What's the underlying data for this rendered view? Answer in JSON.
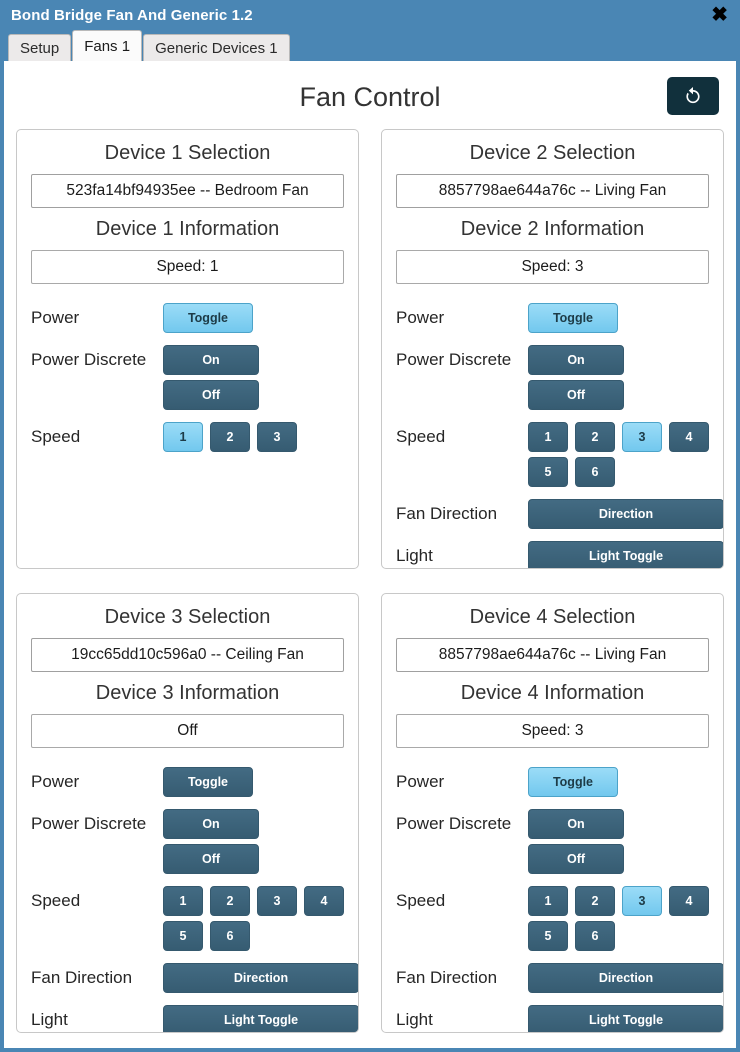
{
  "window": {
    "title": "Bond Bridge Fan And Generic 1.2",
    "close_icon": "close-icon"
  },
  "tabs": [
    {
      "label": "Setup",
      "active": false
    },
    {
      "label": "Fans 1",
      "active": true
    },
    {
      "label": "Generic Devices 1",
      "active": false
    }
  ],
  "page": {
    "title": "Fan Control",
    "refresh_icon": "refresh-icon"
  },
  "labels": {
    "power": "Power",
    "power_discrete": "Power Discrete",
    "speed": "Speed",
    "fan_direction": "Fan Direction",
    "light": "Light",
    "toggle": "Toggle",
    "on": "On",
    "off": "Off",
    "direction": "Direction",
    "light_toggle": "Light Toggle"
  },
  "colors": {
    "titlebar": "#4a86b4",
    "button_inactive": "#3a6178",
    "button_active": "#7fcff2",
    "refresh_button": "#11303c",
    "panel_border": "#c8c8c8"
  },
  "devices": [
    {
      "selection_heading": "Device 1 Selection",
      "selection_value": "523fa14bf94935ee -- Bedroom Fan",
      "info_heading": "Device 1 Information",
      "info_value": "Speed: 1",
      "power_toggle_active": true,
      "speeds": [
        "1",
        "2",
        "3"
      ],
      "active_speed": "1",
      "has_fan_direction": false,
      "has_light": false
    },
    {
      "selection_heading": "Device 2 Selection",
      "selection_value": "8857798ae644a76c -- Living Fan",
      "info_heading": "Device 2 Information",
      "info_value": "Speed: 3",
      "power_toggle_active": true,
      "speeds": [
        "1",
        "2",
        "3",
        "4",
        "5",
        "6"
      ],
      "active_speed": "3",
      "has_fan_direction": true,
      "has_light": true
    },
    {
      "selection_heading": "Device 3 Selection",
      "selection_value": "19cc65dd10c596a0 -- Ceiling Fan",
      "info_heading": "Device 3 Information",
      "info_value": "Off",
      "power_toggle_active": false,
      "speeds": [
        "1",
        "2",
        "3",
        "4",
        "5",
        "6"
      ],
      "active_speed": null,
      "has_fan_direction": true,
      "has_light": true
    },
    {
      "selection_heading": "Device 4 Selection",
      "selection_value": "8857798ae644a76c -- Living Fan",
      "info_heading": "Device 4 Information",
      "info_value": "Speed: 3",
      "power_toggle_active": true,
      "speeds": [
        "1",
        "2",
        "3",
        "4",
        "5",
        "6"
      ],
      "active_speed": "3",
      "has_fan_direction": true,
      "has_light": true
    }
  ]
}
